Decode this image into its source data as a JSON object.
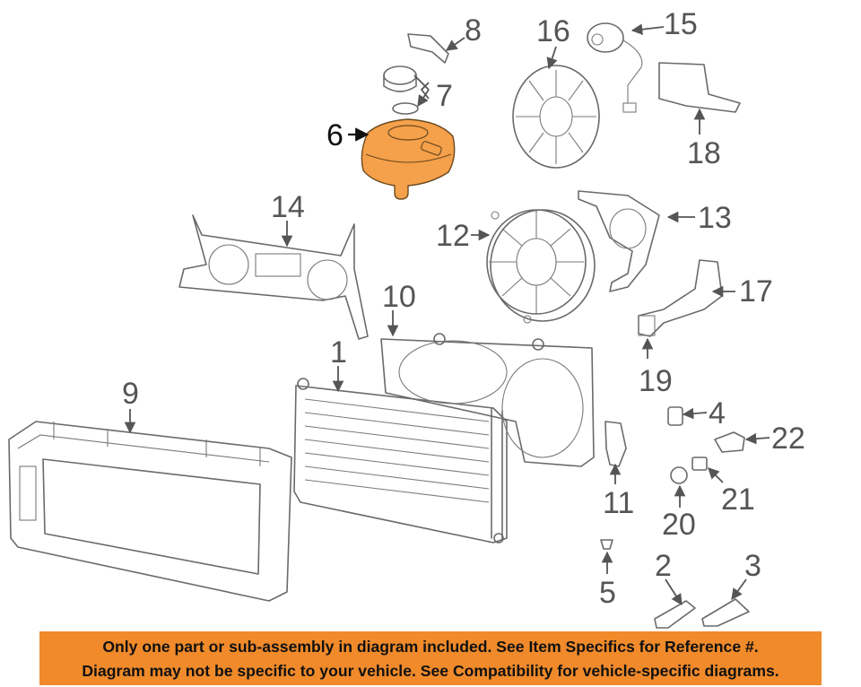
{
  "callouts": {
    "c1": "1",
    "c2": "2",
    "c3": "3",
    "c4": "4",
    "c5": "5",
    "c6": "6",
    "c7": "7",
    "c8": "8",
    "c9": "9",
    "c10": "10",
    "c11": "11",
    "c12": "12",
    "c13": "13",
    "c14": "14",
    "c15": "15",
    "c16": "16",
    "c17": "17",
    "c18": "18",
    "c19": "19",
    "c20": "20",
    "c21": "21",
    "c22": "22"
  },
  "banner": {
    "line1": "Only one part or sub-assembly in diagram included. See Item Specifics for Reference #.",
    "line2": "Diagram may not be specific to your vehicle. See Compatibility for vehicle-specific diagrams."
  },
  "colors": {
    "highlight_part": "#f5a04a",
    "banner_bg": "#f08a2a"
  }
}
